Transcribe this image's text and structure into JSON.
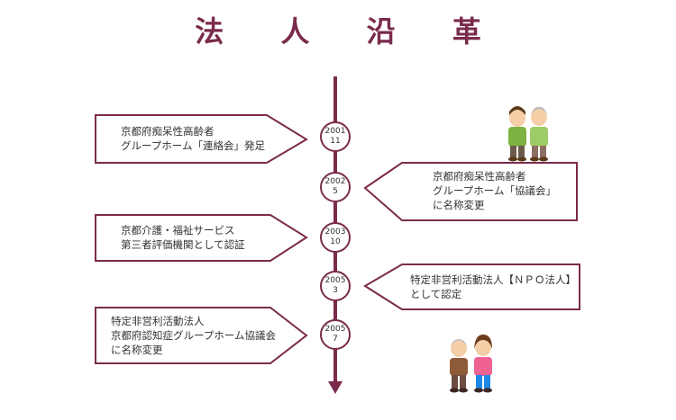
{
  "title": "法 人 沿 革",
  "colors": {
    "accent": "#7a2b4c"
  },
  "events": [
    {
      "year": "2001",
      "month": "11",
      "side": "left",
      "lines": [
        "京都府痴呆性高齢者",
        "グループホーム「連絡会」発足"
      ]
    },
    {
      "year": "2002",
      "month": "5",
      "side": "right",
      "lines": [
        "京都府痴呆性高齢者",
        "グループホーム「協議会」",
        "に名称変更"
      ]
    },
    {
      "year": "2003",
      "month": "10",
      "side": "left",
      "lines": [
        "京都介護・福祉サービス",
        "第三者評価機関として認証"
      ]
    },
    {
      "year": "2005",
      "month": "3",
      "side": "right",
      "lines": [
        "特定非営利活動法人【ＮＰＯ法人】",
        "として認定"
      ]
    },
    {
      "year": "2005",
      "month": "7",
      "side": "left",
      "lines": [
        "特定非営利活動法人",
        "京都府認知症グループホーム協議会",
        "に名称変更"
      ]
    }
  ]
}
